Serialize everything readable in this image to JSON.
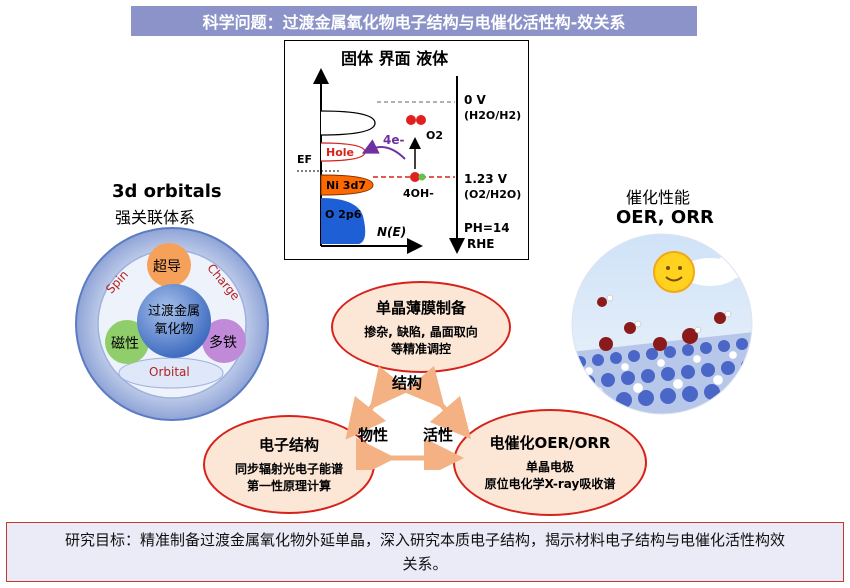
{
  "title": "科学问题：过渡金属氧化物电子结构与电催化活性构-效关系",
  "band_panel": {
    "header": "固体  界面  液体",
    "level_0v": "0 V",
    "level_0v_ref": "(H2O/H2)",
    "level_123v": "1.23 V",
    "level_123v_ref": "(O2/H2O)",
    "ph": "PH=14",
    "rhe": "RHE",
    "o2": "O2",
    "four_e": "4e-",
    "hole": "Hole",
    "ef": "EF",
    "ni3d": "Ni 3d7",
    "o2p": "O 2p6",
    "oh": "4OH-",
    "ne": "N(E)"
  },
  "orbitals": {
    "title": "3d orbitals",
    "subtitle": "强关联体系",
    "center": "过渡金属\n氧化物",
    "superconduct": "超导",
    "magnetism": "磁性",
    "multiferro": "多铁",
    "spin": "Spin",
    "charge": "Charge",
    "orbital": "Orbital"
  },
  "catalysis": {
    "title": "催化性能",
    "subtitle": "OER, ORR"
  },
  "cycle": {
    "top_title": "单晶薄膜制备",
    "top_sub1": "掺杂, 缺陷, 晶面取向",
    "top_sub2": "等精准调控",
    "left_title": "电子结构",
    "left_sub1": "同步辐射光电子能谱",
    "left_sub2": "第一性原理计算",
    "right_title": "电催化OER/ORR",
    "right_sub1": "单晶电极",
    "right_sub2": "原位电化学X-ray吸收谱",
    "label_structure": "结构",
    "label_property": "物性",
    "label_activity": "活性"
  },
  "goal": "研究目标：精准制备过渡金属氧化物外延单晶，深入研究本质电子结构，揭示材料电子结构与电催化活性构效关系。",
  "colors": {
    "banner": "#8c93c8",
    "oval_fill": "#fce6d6",
    "oval_border": "#d6221b",
    "arrow": "#f4b183",
    "ni": "#ff6a00",
    "o2p": "#1f5fd6"
  }
}
